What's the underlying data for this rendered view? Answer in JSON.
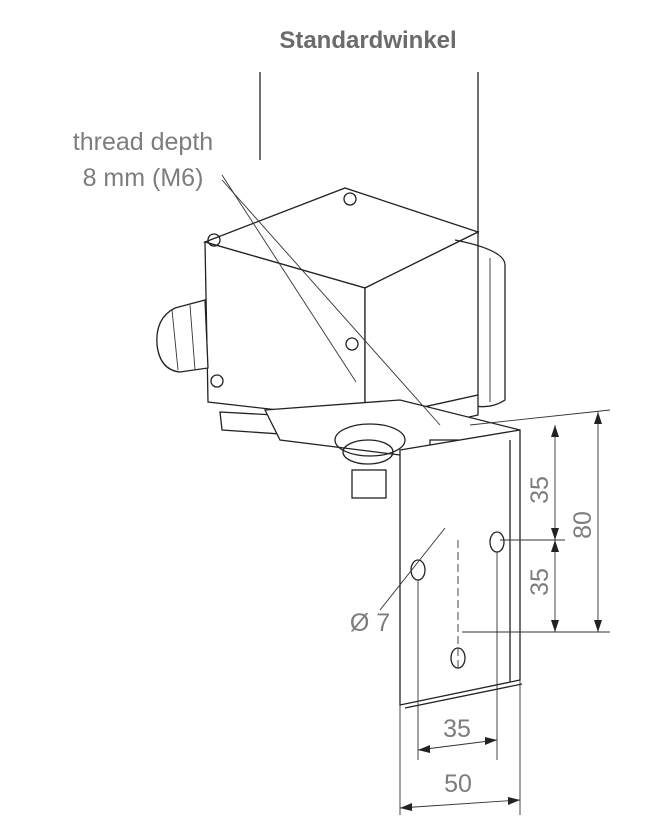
{
  "title": "Standardwinkel",
  "annotations": {
    "thread_line1": "thread depth",
    "thread_line2": "8 mm (M6)",
    "hole_diameter": "Ø 7"
  },
  "dimensions": {
    "upper_vertical": "35",
    "lower_vertical": "35",
    "total_vertical": "80",
    "hole_spacing_horizontal": "35",
    "bracket_width": "50"
  }
}
